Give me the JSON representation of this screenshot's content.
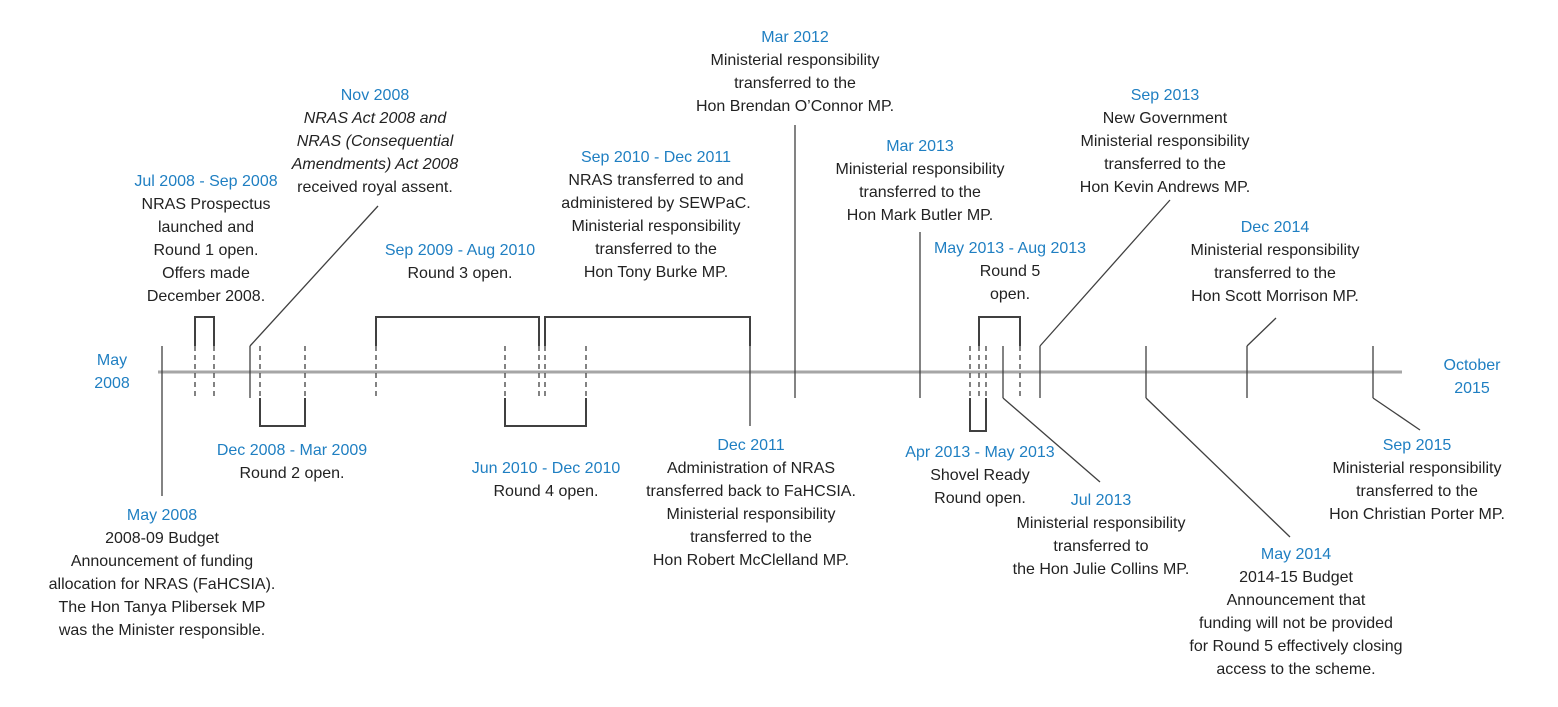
{
  "colors": {
    "date": "#1f7fc2",
    "text": "#222222",
    "line": "#a6a6a6",
    "connector": "#404040"
  },
  "timeline": {
    "start": [
      "May",
      "2008"
    ],
    "end": [
      "October",
      "2015"
    ]
  },
  "events": {
    "may2008": {
      "date": "May 2008",
      "lines": [
        "2008-09 Budget",
        "Announcement of funding",
        "allocation for NRAS (FaHCSIA).",
        "The Hon Tanya Plibersek MP",
        "was the Minister responsible."
      ]
    },
    "jul2008": {
      "date": "Jul 2008 - Sep 2008",
      "lines": [
        "NRAS Prospectus",
        "launched and",
        "Round 1 open.",
        "Offers made",
        "December 2008."
      ]
    },
    "nov2008": {
      "date": "Nov 2008",
      "lines": [
        "NRAS Act 2008 and",
        "NRAS (Consequential",
        "Amendments) Act 2008",
        "received royal assent."
      ]
    },
    "dec2008": {
      "date": "Dec 2008 - Mar 2009",
      "lines": [
        "Round 2 open."
      ]
    },
    "sep2009": {
      "date": "Sep 2009 - Aug 2010",
      "lines": [
        "Round 3 open."
      ]
    },
    "jun2010": {
      "date": "Jun 2010 - Dec 2010",
      "lines": [
        "Round 4 open."
      ]
    },
    "sep2010": {
      "date": "Sep 2010 - Dec 2011",
      "lines": [
        "NRAS transferred to and",
        "administered by SEWPaC.",
        "Ministerial responsibility",
        "transferred to the",
        "Hon Tony Burke MP."
      ]
    },
    "dec2011": {
      "date": "Dec 2011",
      "lines": [
        "Administration of NRAS",
        "transferred back to FaHCSIA.",
        "Ministerial responsibility",
        "transferred to the",
        "Hon Robert McClelland MP."
      ]
    },
    "mar2012": {
      "date": "Mar 2012",
      "lines": [
        "Ministerial responsibility",
        "transferred to the",
        "Hon Brendan O’Connor MP."
      ]
    },
    "mar2013": {
      "date": "Mar 2013",
      "lines": [
        "Ministerial responsibility",
        "transferred to  the",
        "Hon Mark Butler MP."
      ]
    },
    "apr2013": {
      "date": "Apr 2013 - May 2013",
      "lines": [
        "Shovel Ready",
        "Round open."
      ]
    },
    "may2013": {
      "date": "May 2013 - Aug 2013",
      "lines": [
        "Round 5",
        "open."
      ]
    },
    "jul2013": {
      "date": "Jul 2013",
      "lines": [
        "Ministerial responsibility",
        "transferred to",
        "the Hon Julie Collins MP."
      ]
    },
    "sep2013": {
      "date": "Sep 2013",
      "lines": [
        "New Government",
        "Ministerial responsibility",
        "transferred to the",
        "Hon Kevin Andrews MP."
      ]
    },
    "may2014": {
      "date": "May 2014",
      "lines": [
        "2014-15 Budget",
        "Announcement that",
        "funding will not be provided",
        "for Round 5 effectively closing",
        "access to the scheme."
      ]
    },
    "dec2014": {
      "date": "Dec 2014",
      "lines": [
        "Ministerial responsibility",
        "transferred to the",
        "Hon Scott Morrison MP."
      ]
    },
    "sep2015": {
      "date": "Sep 2015",
      "lines": [
        "Ministerial responsibility",
        "transferred to the",
        "Hon Christian Porter MP."
      ]
    }
  }
}
